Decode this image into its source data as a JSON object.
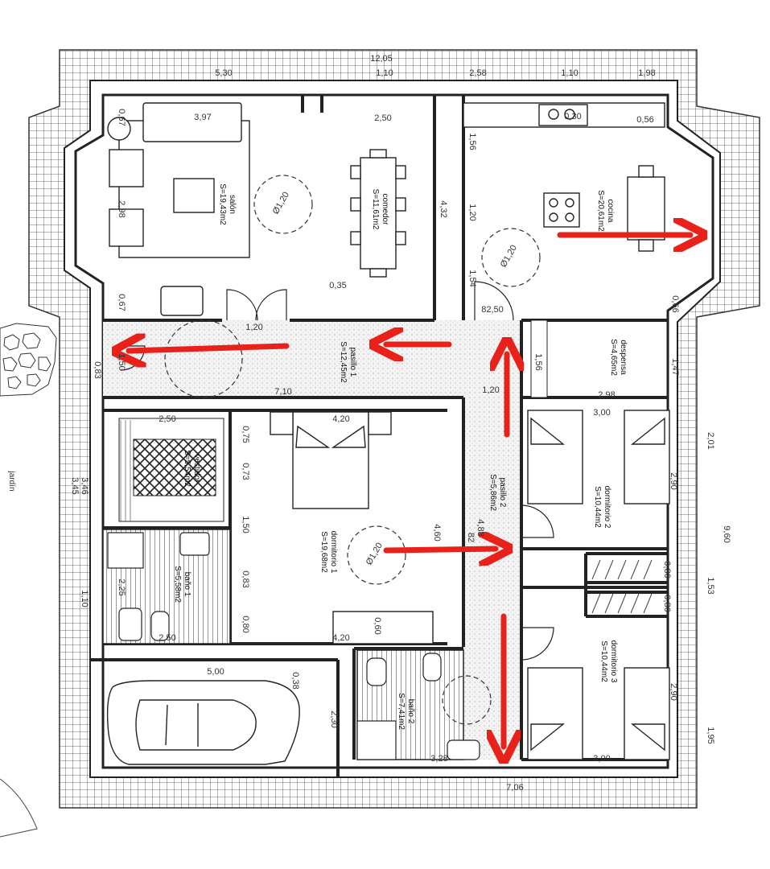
{
  "overall": {
    "top_total": "12,05",
    "bottom_total": "7,06",
    "right_total": "9,60"
  },
  "top_dims": [
    "5,30",
    "1,10",
    "2,58",
    "1,10",
    "1,98"
  ],
  "rooms": {
    "salon": {
      "name": "salón",
      "area": "S=19,43m2"
    },
    "comedor": {
      "name": "comedor",
      "area": "S=11,61m2"
    },
    "cocina": {
      "name": "cocina",
      "area": "S=20,61m2"
    },
    "pasillo1": {
      "name": "pasillo 1",
      "area": "S=12,45m2"
    },
    "despensa": {
      "name": "despensa",
      "area": "S=4,65m2"
    },
    "vestidor": {
      "name": "vestidor",
      "area": "S=5,54m2"
    },
    "dormitorio1": {
      "name": "dormitorio 1",
      "area": "S=19,68m2"
    },
    "pasillo2": {
      "name": "pasillo 2",
      "area": "S=5,86m2"
    },
    "dormitorio2": {
      "name": "dormitorio 2",
      "area": "S=10,44m2"
    },
    "dormitorio3": {
      "name": "dormitorio 3",
      "area": "S=10,44m2"
    },
    "bano1": {
      "name": "baño 1",
      "area": "S=5,58m2"
    },
    "bano2": {
      "name": "baño 2",
      "area": "S=7,41m2"
    }
  },
  "garden_label": "jardín",
  "dims": {
    "d397": "3,97",
    "d250": "2,50",
    "d030": "0,30",
    "d056": "0,56",
    "d067a": "0,67",
    "d298": "2,98",
    "d067b": "0,67",
    "d035": "0,35",
    "d120a": "1,20",
    "d432": "4,32",
    "d156a": "1,56",
    "d120b": "1,20",
    "d154": "1,54",
    "d8250": "82,50",
    "d066": "0,66",
    "d710": "7,10",
    "d120c": "1,20",
    "d156b": "1,56",
    "d298b": "2,98",
    "d147": "1,47",
    "d150a": "1,50",
    "d083a": "0,83",
    "d250b": "2,50",
    "d420a": "4,20",
    "d300a": "3,00",
    "d075": "0,75",
    "d073": "0,73",
    "d150b": "1,50",
    "d083b": "0,83",
    "d080a": "0,80",
    "d460": "4,60",
    "d488": "4,88",
    "d082": "82",
    "d290a": "2,90",
    "d201": "2,01",
    "d225": "2,25",
    "d250c": "2,50",
    "d420b": "4,20",
    "d060": "0,60",
    "d080b": "0,80",
    "d080c": "0,80",
    "d153": "1,53",
    "d500": "5,00",
    "d038": "0,38",
    "d230": "2,30",
    "d328": "3,28",
    "d290b": "2,90",
    "d300b": "3,00",
    "d195": "1,95",
    "d346": "3,46",
    "d345": "3,45",
    "d110": "1,10",
    "circle": "Ø1,20"
  }
}
